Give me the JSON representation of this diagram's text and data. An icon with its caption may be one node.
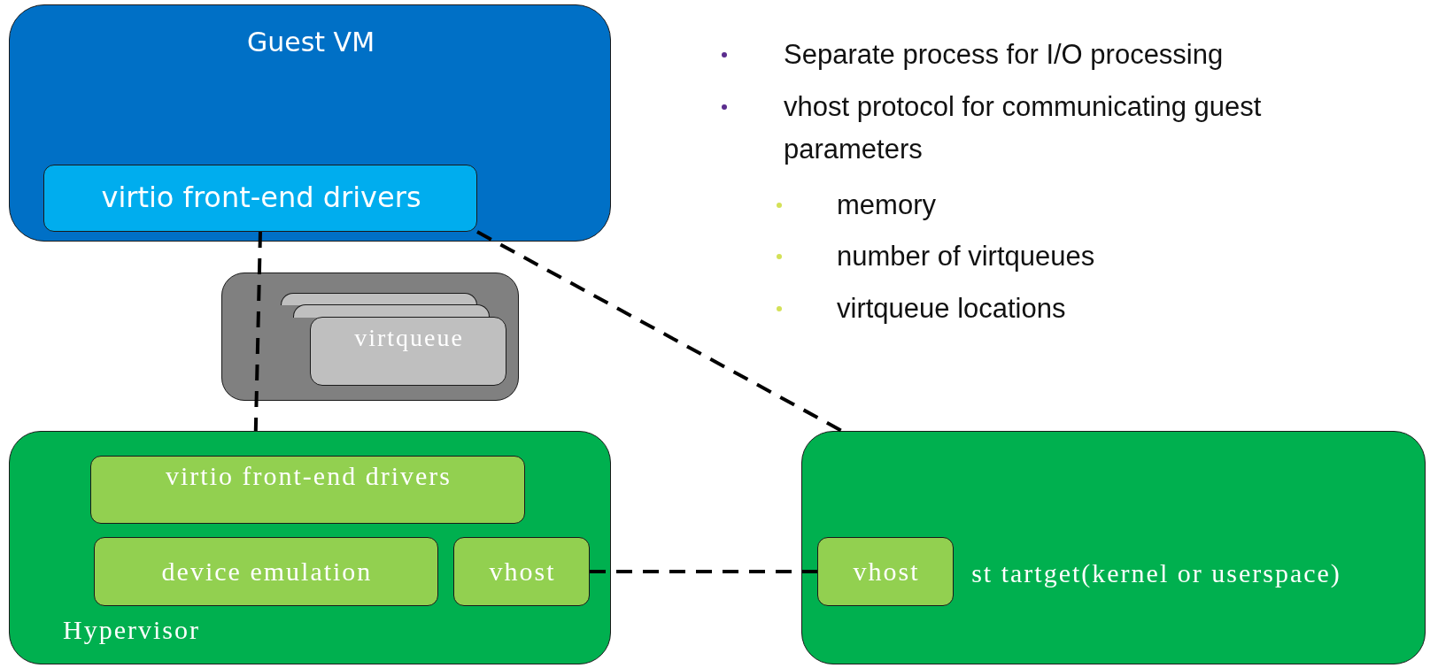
{
  "diagram": {
    "nodes": [
      {
        "text": [
          "Guest VM"
        ]
      },
      {
        "text": [
          "virtio front-end drivers"
        ],
        "in": 0
      },
      {
        "text": [],
        "shape": "box"
      },
      {
        "text": [],
        "shape": "box",
        "in": 2
      },
      {
        "text": [],
        "shape": "box",
        "in": 2
      },
      {
        "text": [
          "virtqueue"
        ],
        "in": 2
      },
      {
        "text": [
          "Hypervisor"
        ]
      },
      {
        "text": [
          "virtio front-end drivers"
        ],
        "in": 6
      },
      {
        "text": [
          "device emulation"
        ],
        "in": 6
      },
      {
        "text": [
          "vhost"
        ],
        "in": 6
      },
      {
        "text": [
          "st tartget(kernel or userspace)"
        ]
      },
      {
        "text": [
          "vhost"
        ],
        "in": 10
      }
    ],
    "edges": [
      {
        "from": 1,
        "to": 6,
        "arrow": "none",
        "style": "dashed"
      },
      {
        "from": 1,
        "to": 10,
        "arrow": "none",
        "style": "dashed"
      },
      {
        "from": 9,
        "to": 11,
        "arrow": "none",
        "style": "dashed"
      }
    ],
    "labels": [
      "Separate process for I/O processing",
      "vhost protocol for communicating guest parameters",
      "memory",
      "number of virtqueues",
      "virtqueue locations"
    ]
  }
}
